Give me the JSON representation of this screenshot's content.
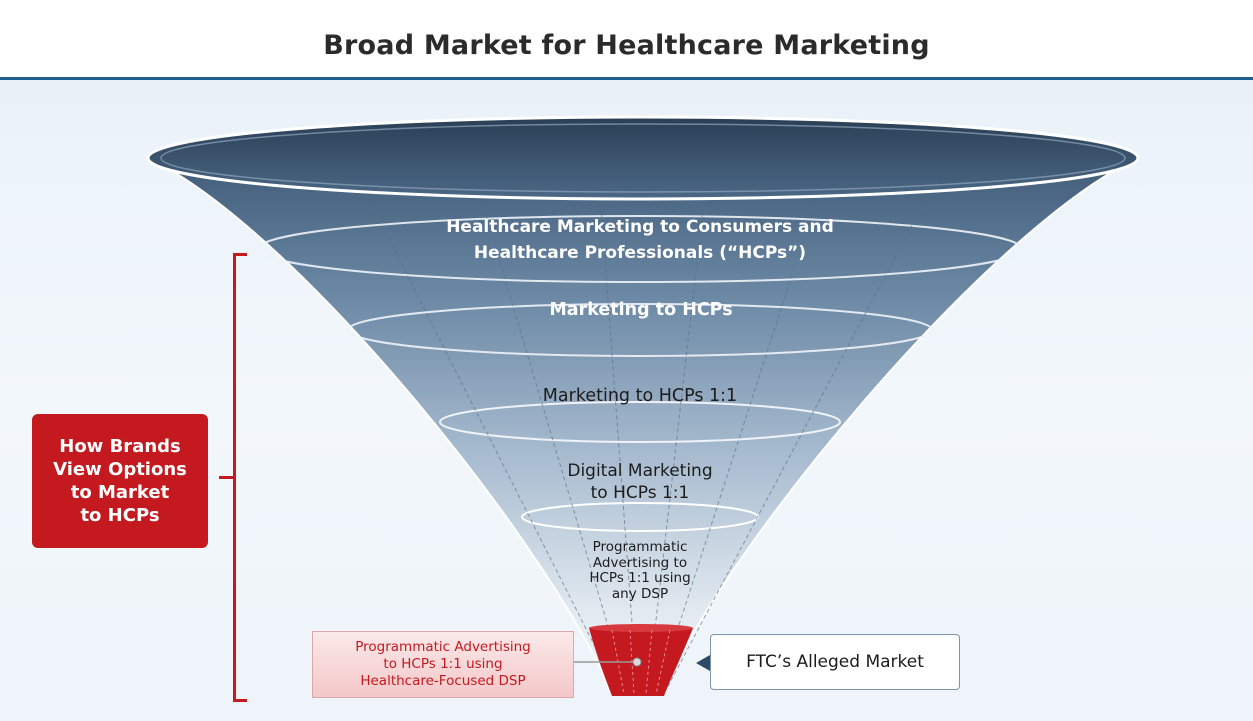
{
  "header": {
    "title": "Broad Market for Healthcare Marketing"
  },
  "funnel": {
    "tiers": [
      {
        "label": "Healthcare Marketing to Consumers and\nHealthcare Professionals (“HCPs”)"
      },
      {
        "label": "Marketing to HCPs"
      },
      {
        "label": "Marketing to HCPs 1:1"
      },
      {
        "label": "Digital Marketing\nto HCPs 1:1"
      },
      {
        "label": "Programmatic\nAdvertising to\nHCPs 1:1 using\nany DSP"
      }
    ],
    "colors": {
      "rim_dark": "#3d5670",
      "tier_top": "#4e6d8c",
      "tier_light": "#dfe7ef",
      "tip_red": "#c4191f"
    }
  },
  "callouts": {
    "brands": "How Brands\nView Options\nto Market\nto HCPs",
    "dsp": "Programmatic Advertising\nto HCPs 1:1 using\nHealthcare-Focused DSP",
    "ftc": "FTC’s Alleged Market"
  }
}
